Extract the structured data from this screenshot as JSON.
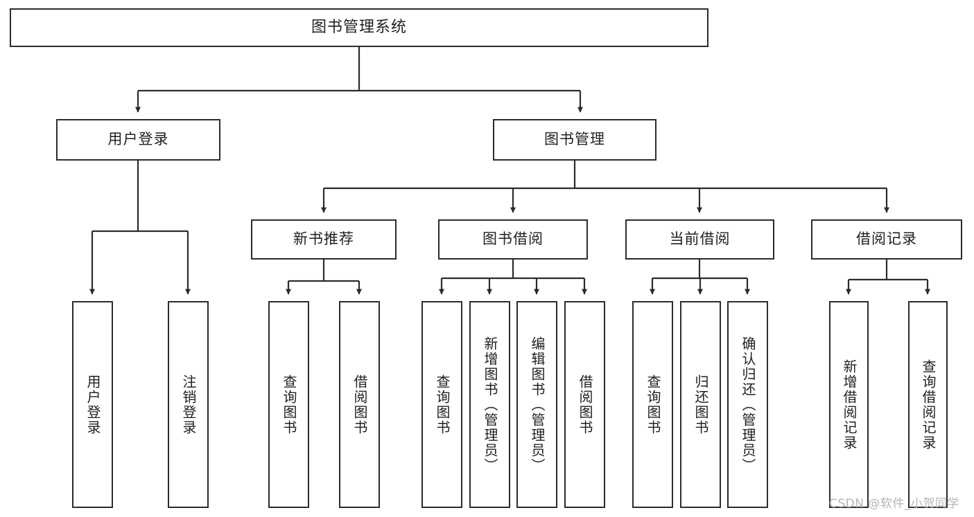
{
  "diagram": {
    "title": "图书管理系统",
    "type": "tree",
    "watermark": "CSDN @软件_小贺同学",
    "colors": {
      "border": "#2b2b2b",
      "background": "#ffffff",
      "text": "#1f1f1f",
      "watermark": "#b4b4b4"
    },
    "levels": {
      "root": {
        "label": "图书管理系统"
      },
      "level1": [
        {
          "label": "用户登录"
        },
        {
          "label": "图书管理"
        }
      ],
      "level2": [
        {
          "label": "新书推荐"
        },
        {
          "label": "图书借阅"
        },
        {
          "label": "当前借阅"
        },
        {
          "label": "借阅记录"
        }
      ],
      "leaves": {
        "user_login": [
          {
            "label": "用户登录"
          },
          {
            "label": "注销登录"
          }
        ],
        "new_book_recommend": [
          {
            "label": "查询图书"
          },
          {
            "label": "借阅图书"
          }
        ],
        "book_borrow": [
          {
            "label": "查询图书"
          },
          {
            "label": "新增图书（管理员）"
          },
          {
            "label": "编辑图书（管理员）"
          },
          {
            "label": "借阅图书"
          }
        ],
        "current_borrow": [
          {
            "label": "查询图书"
          },
          {
            "label": "归还图书"
          },
          {
            "label": "确认归还（管理员）"
          }
        ],
        "borrow_record": [
          {
            "label": "新增借阅记录"
          },
          {
            "label": "查询借阅记录"
          }
        ]
      }
    }
  }
}
